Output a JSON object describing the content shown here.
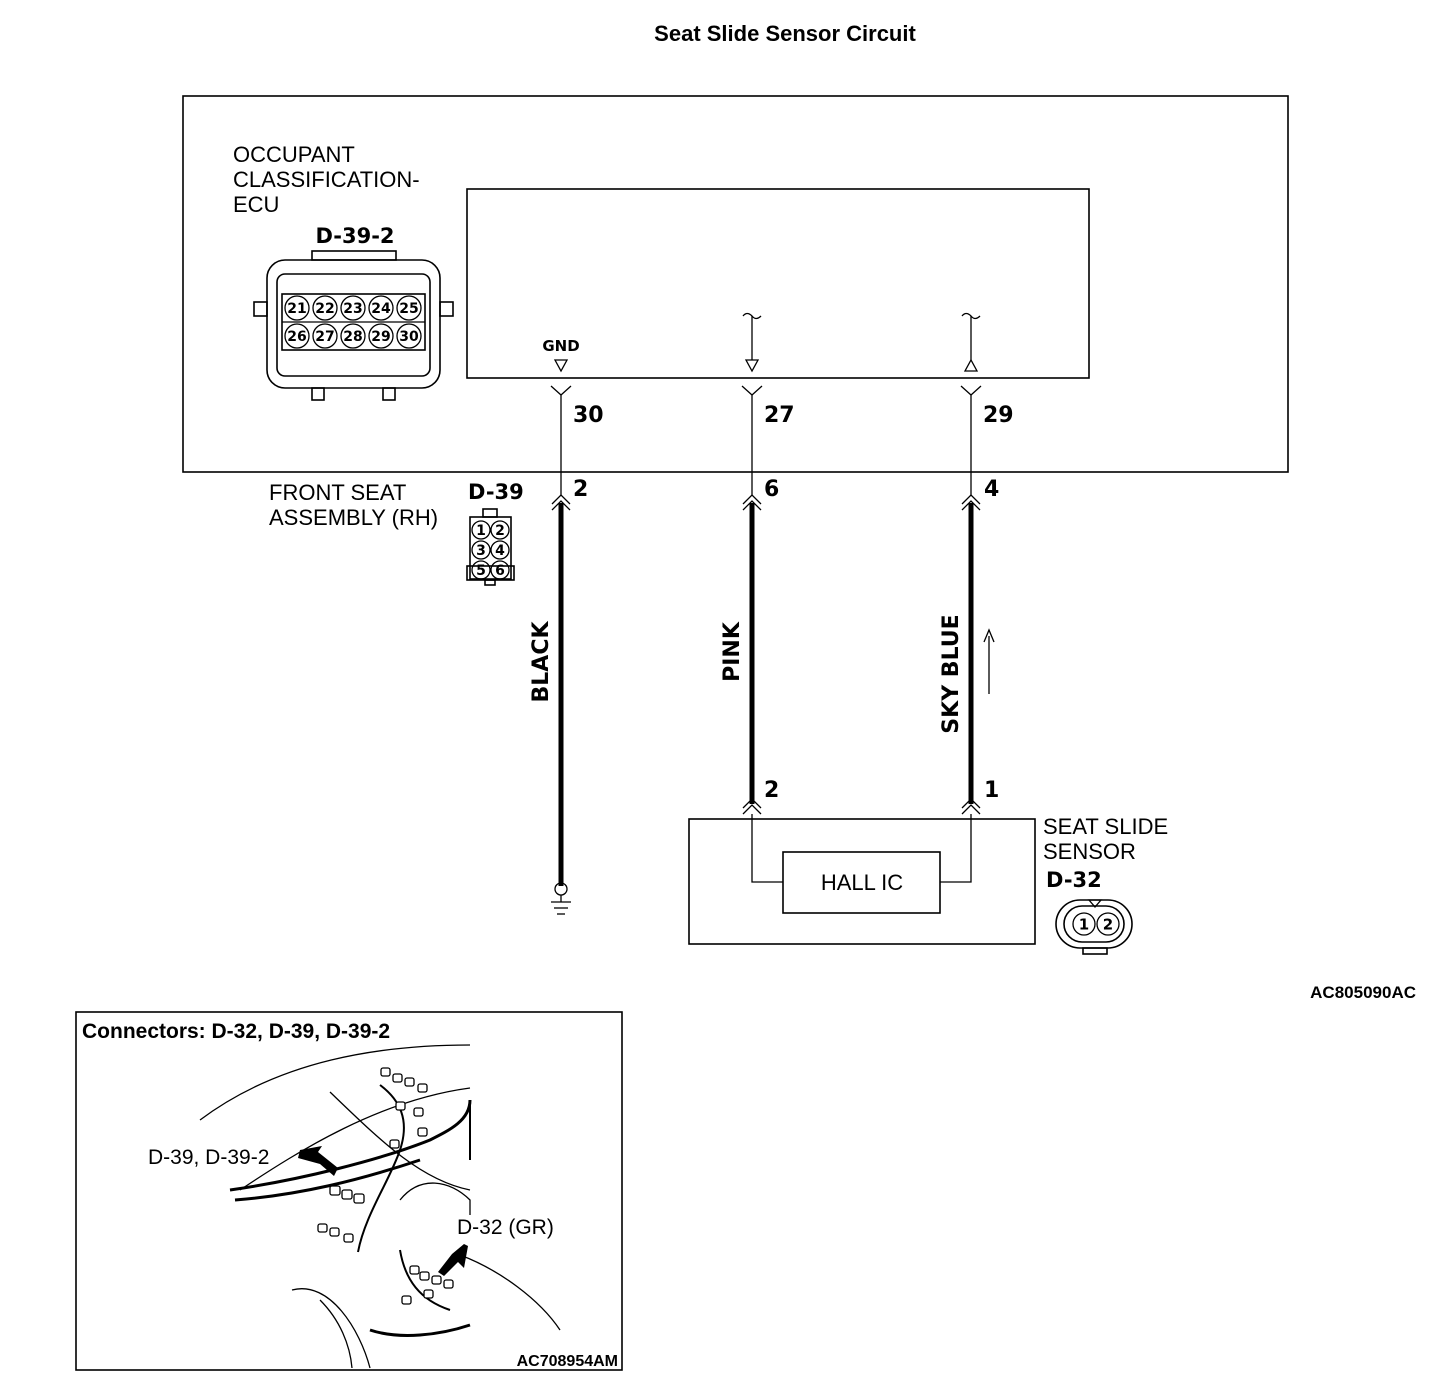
{
  "title": "Seat Slide Sensor Circuit",
  "ecu": {
    "label_lines": [
      "OCCUPANT",
      "CLASSIFICATION-",
      "ECU"
    ],
    "connector_id": "D-39-2",
    "pins_row1": [
      "21",
      "22",
      "23",
      "24",
      "25"
    ],
    "pins_row2": [
      "26",
      "27",
      "28",
      "29",
      "30"
    ],
    "gnd_label": "GND",
    "terminals": [
      "30",
      "27",
      "29"
    ]
  },
  "front_seat": {
    "label_lines": [
      "FRONT SEAT",
      "ASSEMBLY (RH)"
    ],
    "connector_id": "D-39",
    "pins": [
      "1",
      "2",
      "3",
      "4",
      "5",
      "6"
    ],
    "terminals": [
      "2",
      "6",
      "4"
    ]
  },
  "wires": [
    {
      "color_name": "BLACK"
    },
    {
      "color_name": "PINK"
    },
    {
      "color_name": "SKY BLUE"
    }
  ],
  "sensor": {
    "label_lines": [
      "SEAT SLIDE",
      "SENSOR"
    ],
    "connector_id": "D-32",
    "pins": [
      "1",
      "2"
    ],
    "terminals": [
      "2",
      "1"
    ],
    "ic_label": "HALL IC"
  },
  "figure_code": "AC805090AC",
  "location": {
    "title": "Connectors: D-32, D-39, D-39-2",
    "callout_1": "D-39, D-39-2",
    "callout_2": "D-32 (GR)",
    "figure_code": "AC708954AM"
  }
}
